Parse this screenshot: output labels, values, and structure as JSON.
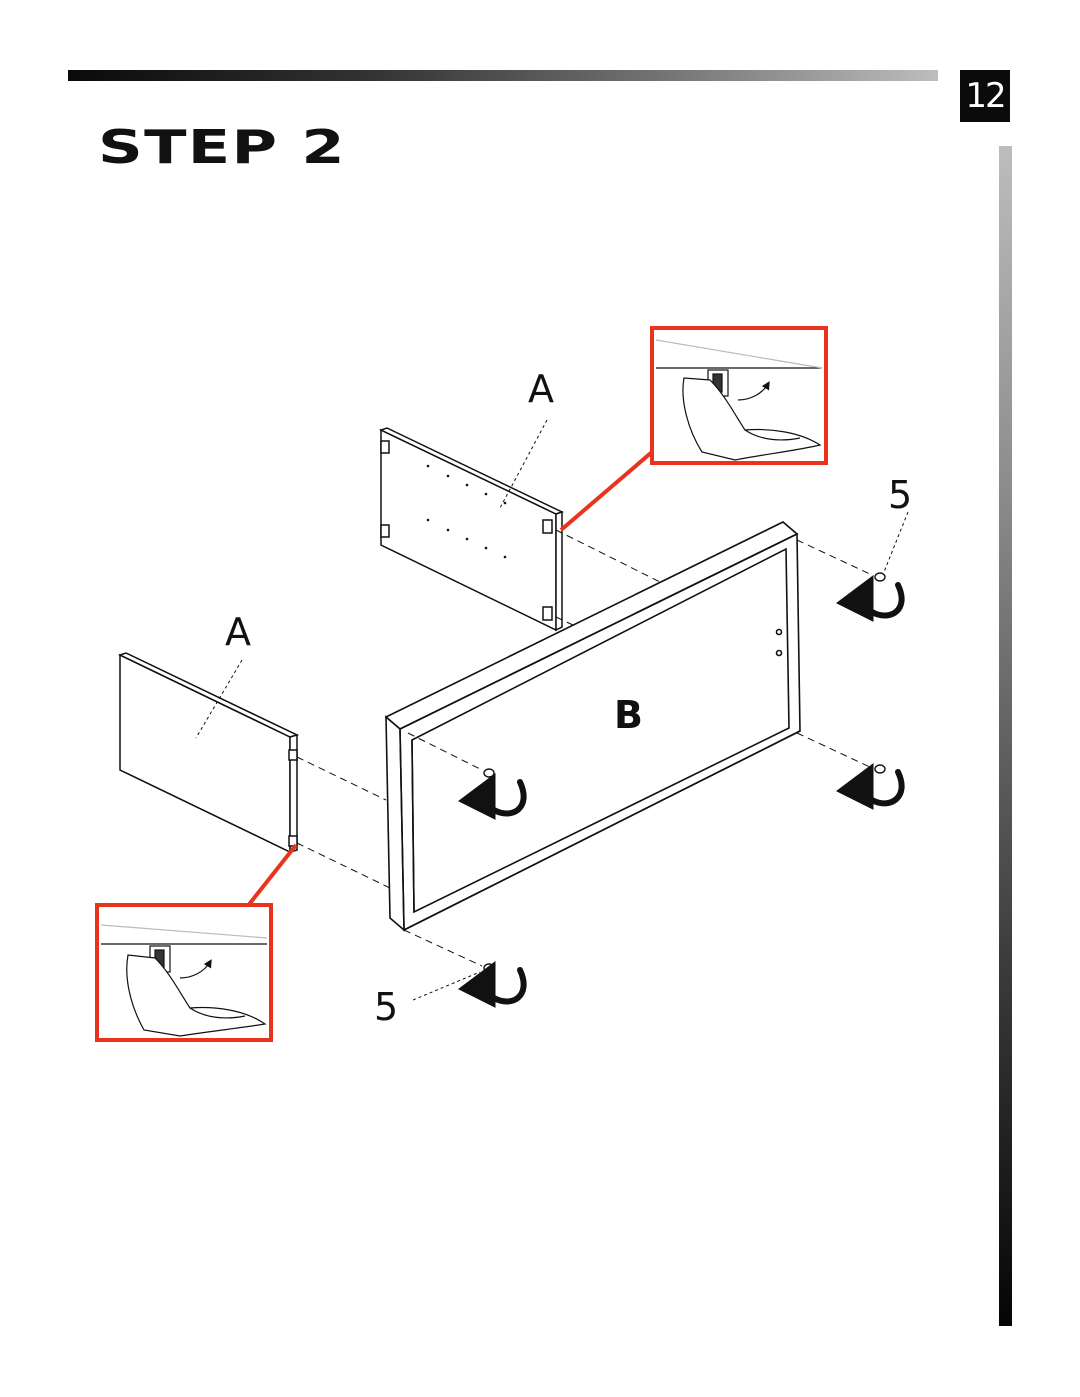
{
  "page": {
    "number": "12",
    "step_title": "STEP 2"
  },
  "labels": {
    "panel_top": "A",
    "panel_bottom": "A",
    "frame": "B",
    "screw_top": "5",
    "screw_bottom": "5"
  },
  "colors": {
    "callout_border": "#e8341c",
    "ink": "#111111"
  },
  "icons": [
    "hand-turn-cam-lock-icon",
    "rotate-arrow-icon"
  ]
}
